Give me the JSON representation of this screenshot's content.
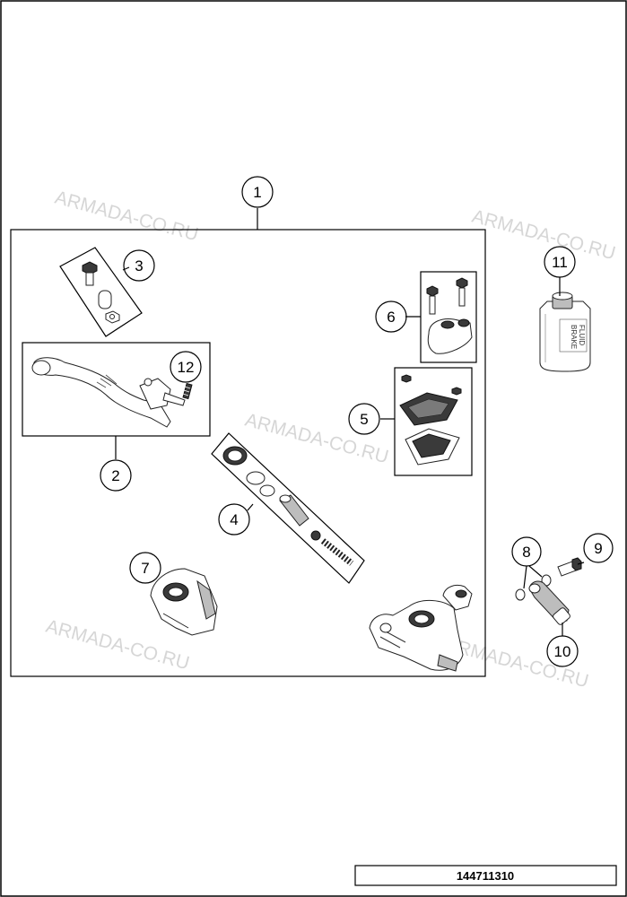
{
  "watermarks": [
    "ARMADA-CO.RU",
    "ARMADA-CO.RU",
    "ARMADA-CO.RU",
    "ARMADA-CO.RU"
  ],
  "callouts": {
    "c1": "1",
    "c2": "2",
    "c3": "3",
    "c4": "4",
    "c5": "5",
    "c6": "6",
    "c7": "7",
    "c8": "8",
    "c9": "9",
    "c10": "10",
    "c11": "11",
    "c12": "12"
  },
  "fluid_can": {
    "line1": "BRAKE",
    "line2": "FLUID"
  },
  "diagram_code": "144711310"
}
